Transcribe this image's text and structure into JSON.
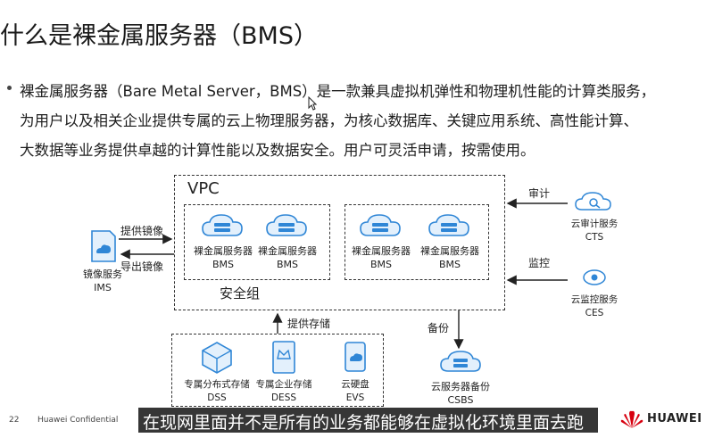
{
  "slide": {
    "title": "什么是裸金属服务器（BMS）",
    "bullet_lines": [
      "裸金属服务器（Bare  Metal  Server，BMS）是一款兼具虚拟机弹性和物理机性能的计算类服务，",
      "为用户以及相关企业提供专属的云上物理服务器，为核心数据库、关键应用系统、高性能计算、",
      "大数据等业务提供卓越的计算性能以及数据安全。用户可灵活申请，按需使用。"
    ]
  },
  "diagram": {
    "vpc_label": "VPC",
    "security_group_label": "安全组",
    "bms_nodes": [
      {
        "name": "裸金属服务器",
        "code": "BMS"
      },
      {
        "name": "裸金属服务器",
        "code": "BMS"
      },
      {
        "name": "裸金属服务器",
        "code": "BMS"
      },
      {
        "name": "裸金属服务器",
        "code": "BMS"
      }
    ],
    "ims": {
      "name": "镜像服务",
      "code": "IMS"
    },
    "provide_image": "提供镜像",
    "export_image": "导出镜像",
    "cts": {
      "name": "云审计服务",
      "code": "CTS"
    },
    "audit": "审计",
    "ces": {
      "name": "云监控服务",
      "code": "CES"
    },
    "monitor": "监控",
    "backup": "备份",
    "csbs": {
      "name": "云服务器备份",
      "code": "CSBS"
    },
    "provide_storage": "提供存储",
    "storage_nodes": [
      {
        "name": "专属分布式存储",
        "code": "DSS"
      },
      {
        "name": "专属企业存储",
        "code": "DESS"
      },
      {
        "name": "云硬盘",
        "code": "EVS"
      }
    ],
    "colors": {
      "icon_blue": "#2f86d6",
      "icon_light": "#e3f0fc"
    }
  },
  "footer": {
    "page_number": "22",
    "confidential": "Huawei Confidential",
    "brand": "HUAWEI"
  },
  "video_subtitle": "在现网里面并不是所有的业务都能够在虚拟化环境里面去跑"
}
